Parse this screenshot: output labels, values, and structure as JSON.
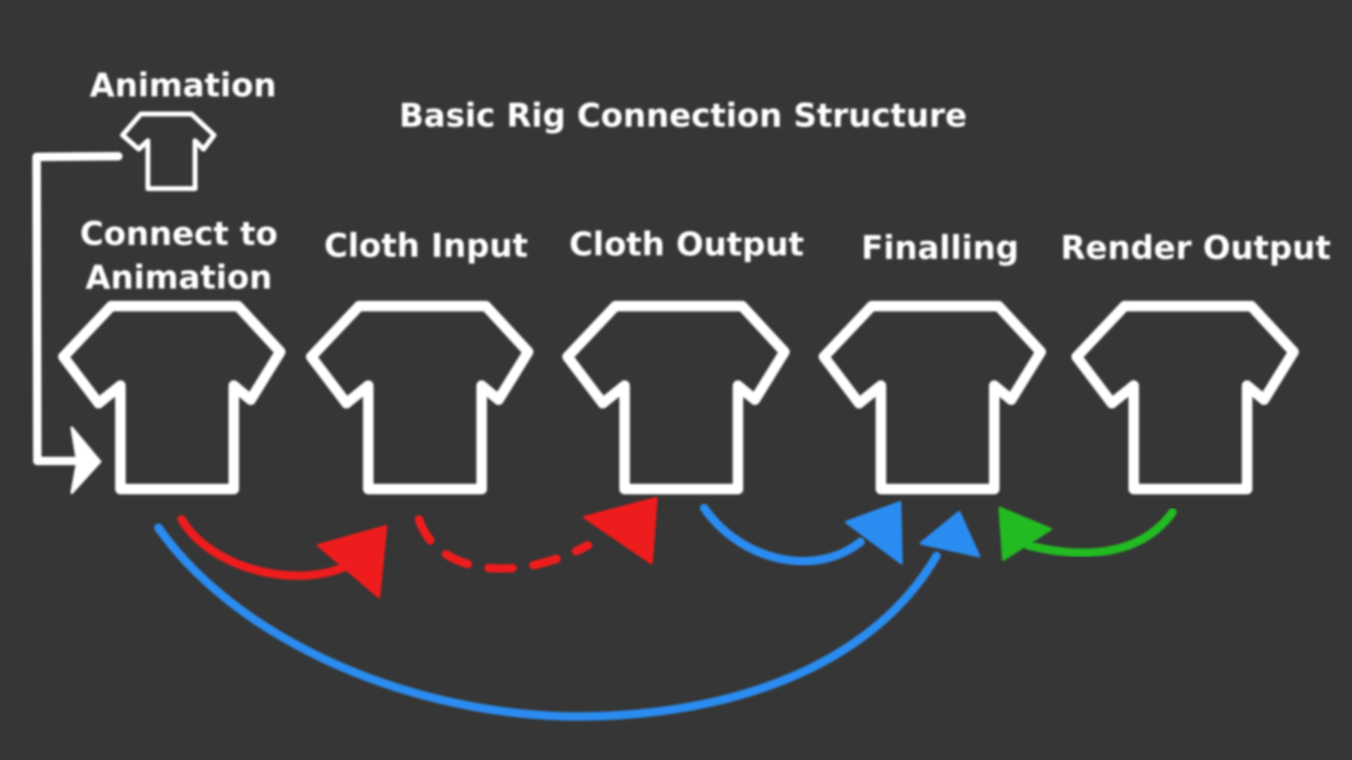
{
  "title": "Basic Rig Connection Structure",
  "source_node": {
    "label": "Animation"
  },
  "nodes": [
    {
      "id": "connect",
      "label_lines": [
        "Connect to",
        "Animation"
      ]
    },
    {
      "id": "cloth_in",
      "label_lines": [
        "Cloth Input"
      ]
    },
    {
      "id": "cloth_out",
      "label_lines": [
        "Cloth Output"
      ]
    },
    {
      "id": "finalling",
      "label_lines": [
        "Finalling"
      ]
    },
    {
      "id": "render",
      "label_lines": [
        "Render Output"
      ]
    }
  ],
  "colors": {
    "background": "#363636",
    "node": "#ffffff",
    "red": "#ee1c1c",
    "blue": "#2b8cf0",
    "green": "#22bb22"
  },
  "connections": [
    {
      "from": "animation",
      "to": "connect",
      "color": "white",
      "style": "solid"
    },
    {
      "from": "connect",
      "to": "cloth_in",
      "color": "red",
      "style": "solid"
    },
    {
      "from": "cloth_in",
      "to": "cloth_out",
      "color": "red",
      "style": "dashed"
    },
    {
      "from": "cloth_out",
      "to": "finalling",
      "color": "blue",
      "style": "solid"
    },
    {
      "from": "connect",
      "to": "finalling",
      "color": "blue",
      "style": "solid"
    },
    {
      "from": "render",
      "to": "finalling",
      "color": "green",
      "style": "solid"
    }
  ]
}
